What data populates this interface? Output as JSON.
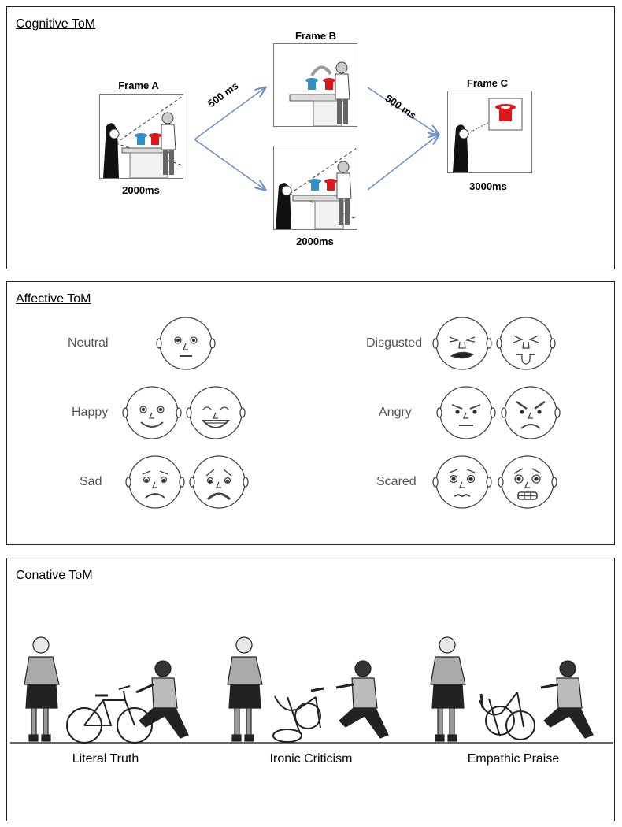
{
  "cognitive": {
    "title": "Cognitive ToM",
    "frame_a": {
      "label": "Frame A",
      "time": "2000ms"
    },
    "frame_b": {
      "label": "Frame B",
      "time": "2000ms"
    },
    "frame_c": {
      "label": "Frame C",
      "time": "3000ms"
    },
    "arrow_top_label": "500 ms",
    "arrow_right_label": "500 ms",
    "colors": {
      "blue_hat": "#2f8fc8",
      "red_hat": "#e0161b",
      "arrow": "#6b8fc8"
    }
  },
  "affective": {
    "title": "Affective ToM",
    "emotions": {
      "neutral": "Neutral",
      "happy": "Happy",
      "sad": "Sad",
      "disgusted": "Disgusted",
      "angry": "Angry",
      "scared": "Scared"
    }
  },
  "conative": {
    "title": "Conative ToM",
    "scenes": [
      "Literal Truth",
      "Ironic Criticism",
      "Empathic Praise"
    ]
  }
}
